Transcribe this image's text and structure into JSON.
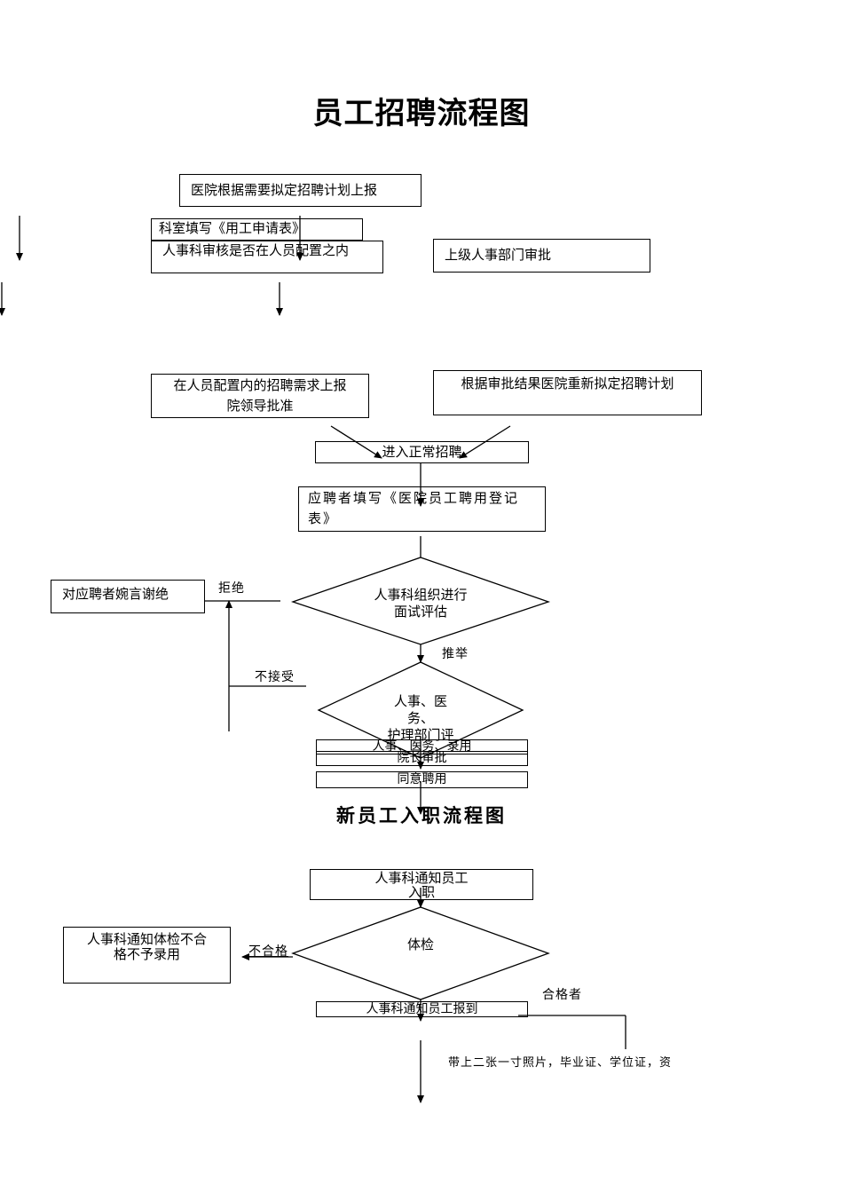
{
  "recruitment": {
    "title": "员工招聘流程图",
    "plan_report": "医院根据需要拟定招聘计划上报",
    "dept_form": "科室填写《用工申请表》",
    "hr_review": "人事科审核是否在人员配置之内",
    "superior_approval": "上级人事部门审批",
    "in_quota_line1": "在人员配置内的招聘需求上报",
    "in_quota_line2": "院领导批准",
    "replan": "根据审批结果医院重新拟定招聘计划",
    "normal_recruit": "进入正常招聘",
    "applicant_form": "应聘者填写《医院员工聘用登记表》",
    "reject_notice": "对应聘者婉言谢绝",
    "reject_label": "拒绝",
    "interview_line1": "人事科组织进行",
    "interview_line2": "面试评估",
    "recommend_label": "推举",
    "not_accept_label": "不接受",
    "joint_eval_line1": "人事、医",
    "joint_eval_line2": "务、",
    "joint_eval_line3": "护理部门评",
    "hire_decision": "人事、医务、录用",
    "president_approval": "院长审批",
    "agree_hire": "同意聘用"
  },
  "onboarding": {
    "title": "新员工入职流程图",
    "notify_line1": "人事科通知员工",
    "notify_line2": "入职",
    "fail_notice_line1": "人事科通知体检不合",
    "fail_notice_line2": "格不予录用",
    "fail_label": "不合格",
    "checkup": "体检",
    "qualified_label": "合格者",
    "report_notice": "人事科通知员工报到",
    "bring_docs": "带上二张一寸照片，毕业证、学位证，资"
  }
}
